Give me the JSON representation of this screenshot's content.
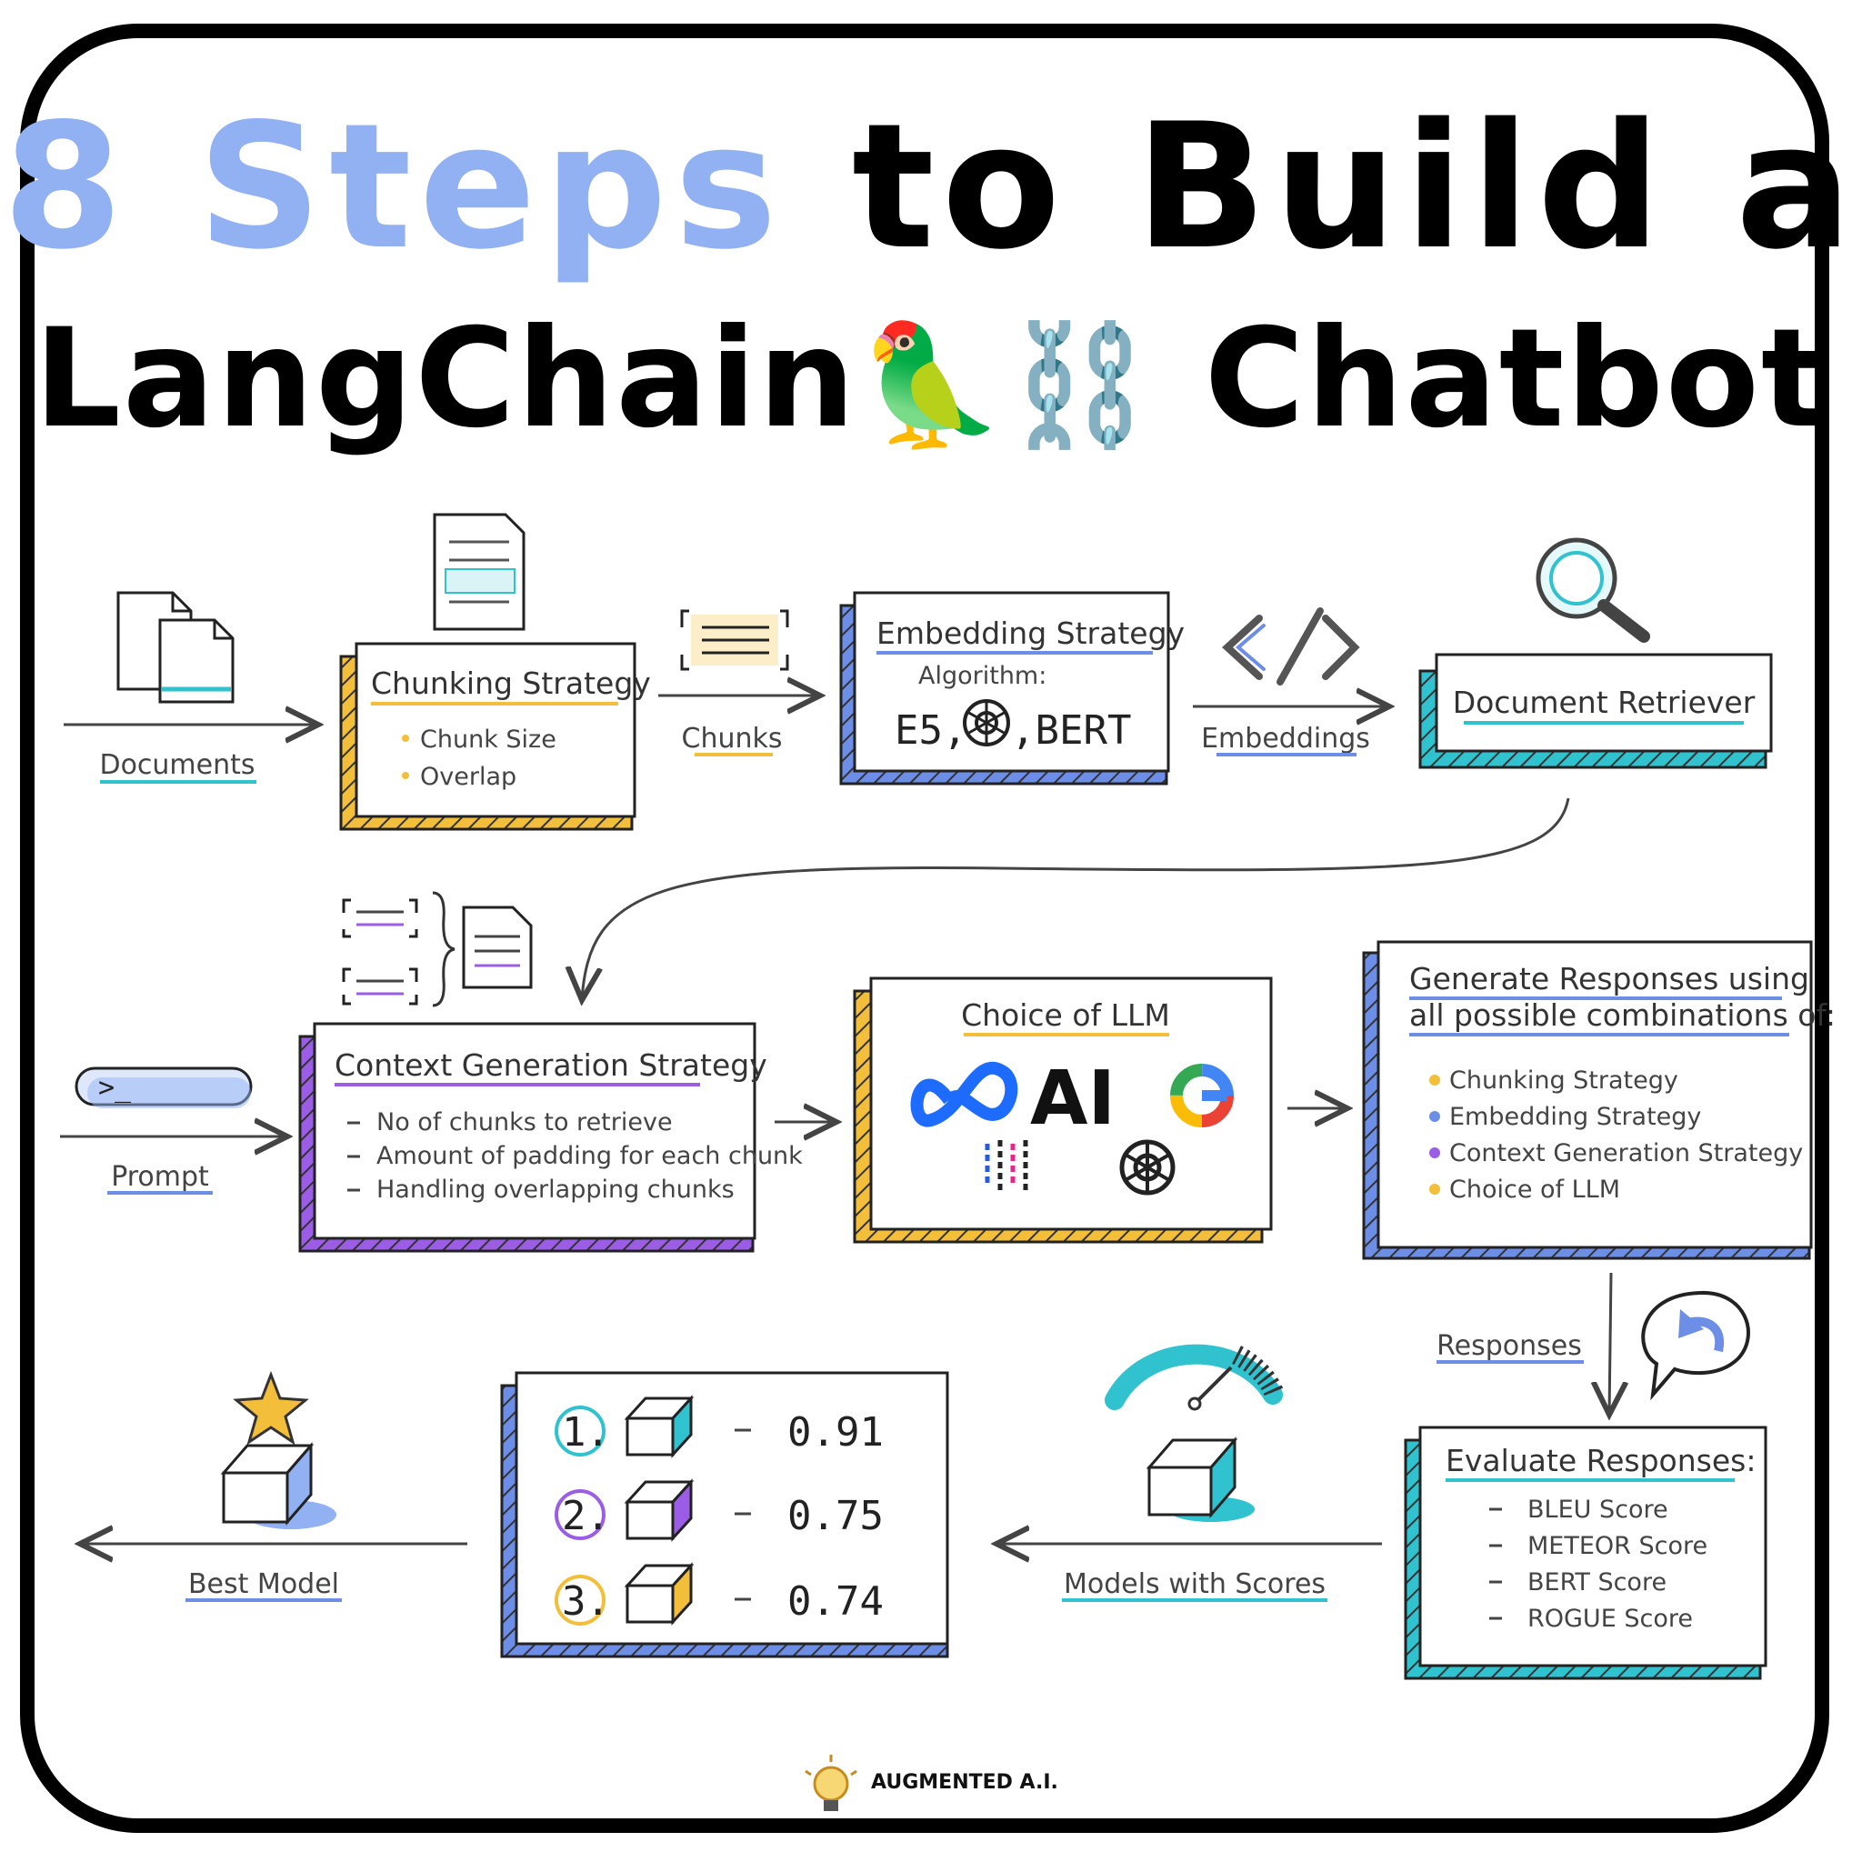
{
  "title": {
    "line1_accent": "8 Steps",
    "line1_rest": "to Build a",
    "line2_a": "LangChain",
    "line2_b": "Chatbot",
    "parrot": "🦜",
    "chain": "⛓️"
  },
  "steps": {
    "documents_label": "Documents",
    "chunking": {
      "title": "Chunking Strategy",
      "items": [
        "Chunk Size",
        "Overlap"
      ]
    },
    "chunks_label": "Chunks",
    "embedding": {
      "title": "Embedding Strategy",
      "algo_label": "Algorithm:",
      "algo_left": "E5,",
      "algo_right": ",BERT"
    },
    "embeddings_label": "Embeddings",
    "retriever": {
      "title": "Document Retriever"
    },
    "prompt_label": "Prompt",
    "prompt_box": ">_",
    "context": {
      "title": "Context Generation Strategy",
      "items": [
        "No of chunks to retrieve",
        "Amount of padding for each chunk",
        "Handling overlapping chunks"
      ]
    },
    "llm": {
      "title": "Choice of LLM",
      "anthropic_mark": "AI",
      "google_mark": "G"
    },
    "generate": {
      "title_line1": "Generate Responses using",
      "title_line2": "all possible combinations of:",
      "items": [
        "Chunking Strategy",
        "Embedding Strategy",
        "Context Generation Strategy",
        "Choice of LLM"
      ]
    },
    "responses_label": "Responses",
    "evaluate": {
      "title": "Evaluate Responses:",
      "items": [
        "BLEU Score",
        "METEOR Score",
        "BERT Score",
        "ROGUE Score"
      ]
    },
    "models_label": "Models with Scores",
    "ranking": [
      {
        "rank": "1.",
        "score": "0.91"
      },
      {
        "rank": "2.",
        "score": "0.75"
      },
      {
        "rank": "3.",
        "score": "0.74"
      }
    ],
    "best_label": "Best Model"
  },
  "footer": {
    "brand": "AUGMENTED A.I."
  },
  "colors": {
    "yellow": "#f3bf3a",
    "blue": "#6d8ee6",
    "teal": "#30c2cf",
    "purple": "#9b5de5",
    "accent": "#92b1f3"
  },
  "icons": [
    "document-icon",
    "magnifier-icon",
    "code-icon",
    "terminal-icon",
    "cube-icon",
    "star-icon",
    "gauge-icon",
    "refresh-bubble-icon",
    "openai-icon",
    "meta-icon",
    "google-icon",
    "bulb-logo-icon"
  ]
}
